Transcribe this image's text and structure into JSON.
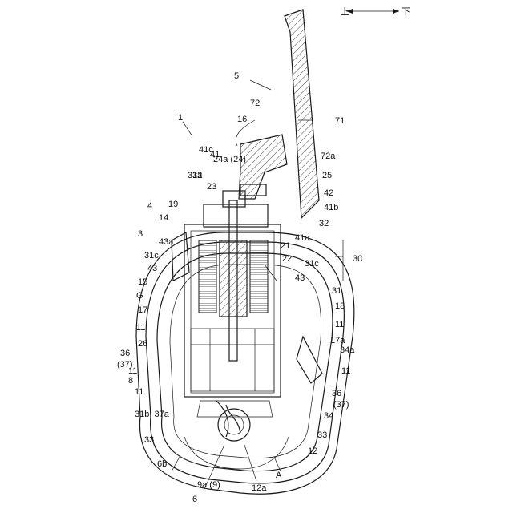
{
  "direction_indicator": {
    "left": "上",
    "right": "下"
  },
  "labels": {
    "l1": "1",
    "l3": "3",
    "l4": "4",
    "l5": "5",
    "l6": "6",
    "l6b": "6b",
    "l8": "8",
    "l9a": "9a (9)",
    "l11a": "11",
    "l11b": "11",
    "l11c": "11",
    "l11d": "11",
    "l11e": "11",
    "l12": "12",
    "l12a": "12a",
    "l14": "14",
    "l15": "15",
    "l16": "16",
    "l17": "17",
    "l17a": "17a",
    "l18": "18",
    "l19": "19",
    "l21": "21",
    "l22": "22",
    "l23": "23",
    "l24a": "24a (24)",
    "l25": "25",
    "l26": "26",
    "l30": "30",
    "l31": "31",
    "l31a": "31a",
    "l31b": "31b, 37a",
    "l31c_l": "31c",
    "l31c_r": "31c",
    "l32a": "32",
    "l32b": "32",
    "l33a": "33",
    "l33b": "33",
    "l34": "34",
    "l34a": "34a",
    "l36a": "36",
    "l37a": "(37)",
    "l36b": "36",
    "l37b": "(37)",
    "l41": "41",
    "l41a": "41a",
    "l41b": "41b",
    "l41c": "41c",
    "l42": "42",
    "l43a": "43",
    "l43b": "43",
    "l43c": "43a",
    "l71": "71",
    "l72": "72",
    "l72a": "72a",
    "lG": "G",
    "lA": "A"
  }
}
